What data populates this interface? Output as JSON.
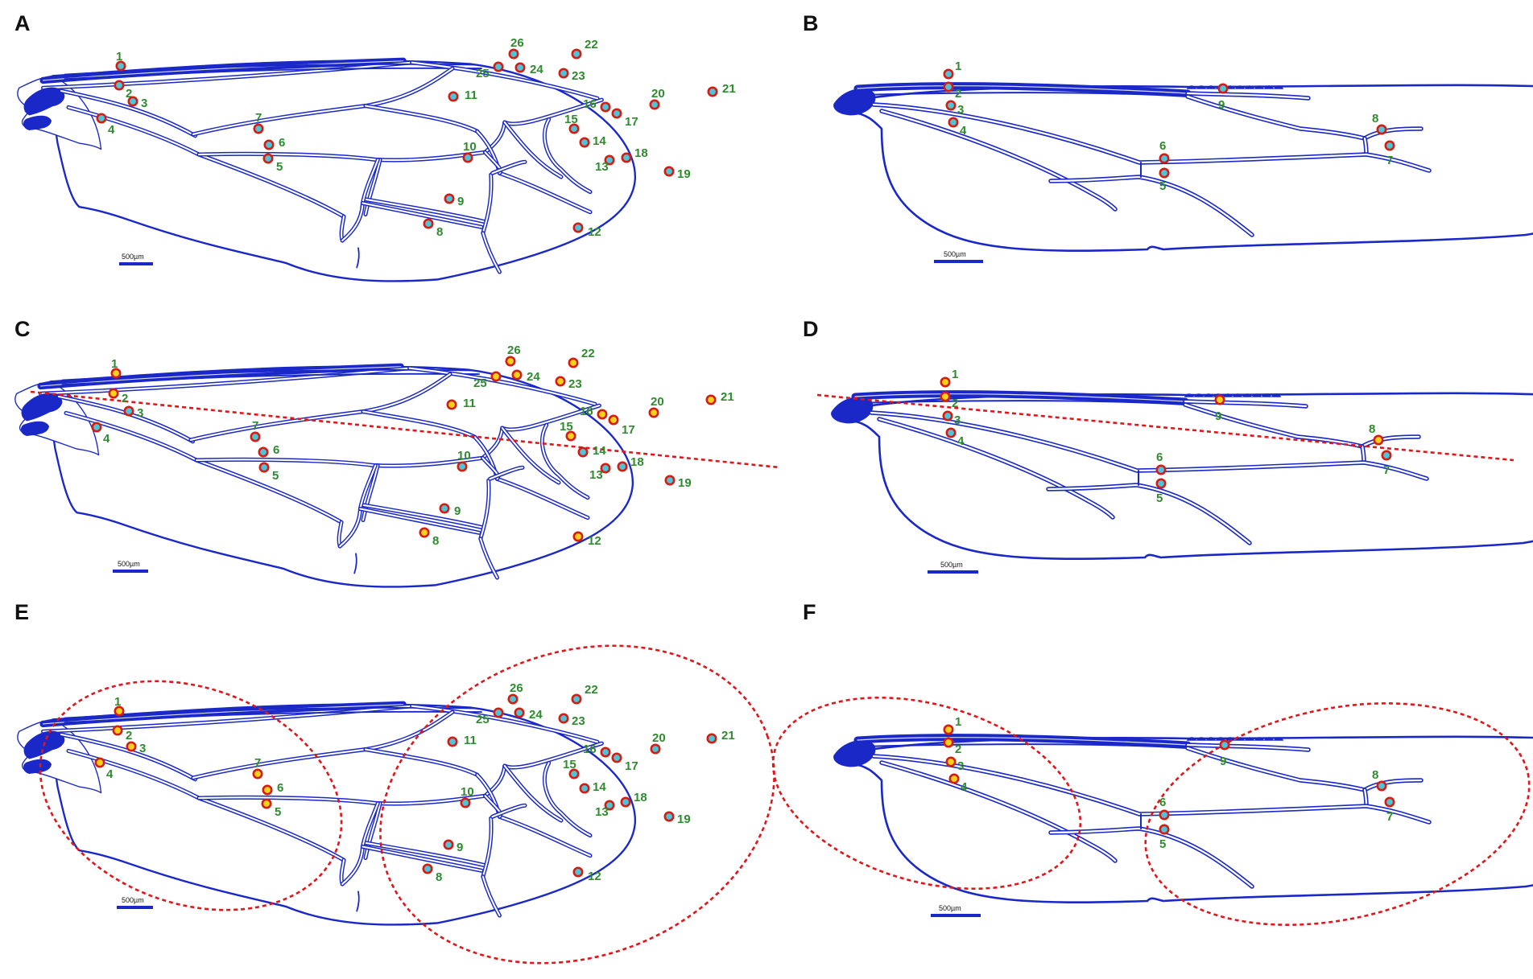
{
  "figure": {
    "panels": [
      {
        "id": "A",
        "letter": "A",
        "wing": "forewing",
        "scale_label": "500µm",
        "landmarks": [
          {
            "n": "1",
            "tone": "cyan"
          },
          {
            "n": "2",
            "tone": "cyan"
          },
          {
            "n": "3",
            "tone": "cyan"
          },
          {
            "n": "4",
            "tone": "cyan"
          },
          {
            "n": "5",
            "tone": "cyan"
          },
          {
            "n": "6",
            "tone": "cyan"
          },
          {
            "n": "7",
            "tone": "cyan"
          },
          {
            "n": "8",
            "tone": "cyan"
          },
          {
            "n": "9",
            "tone": "cyan"
          },
          {
            "n": "10",
            "tone": "cyan"
          },
          {
            "n": "11",
            "tone": "cyan"
          },
          {
            "n": "12",
            "tone": "cyan"
          },
          {
            "n": "13",
            "tone": "cyan"
          },
          {
            "n": "14",
            "tone": "cyan"
          },
          {
            "n": "15",
            "tone": "cyan"
          },
          {
            "n": "16",
            "tone": "cyan"
          },
          {
            "n": "17",
            "tone": "cyan"
          },
          {
            "n": "18",
            "tone": "cyan"
          },
          {
            "n": "19",
            "tone": "cyan"
          },
          {
            "n": "20",
            "tone": "cyan"
          },
          {
            "n": "21",
            "tone": "cyan"
          },
          {
            "n": "22",
            "tone": "cyan"
          },
          {
            "n": "23",
            "tone": "cyan"
          },
          {
            "n": "24",
            "tone": "cyan"
          },
          {
            "n": "25",
            "tone": "cyan"
          },
          {
            "n": "26",
            "tone": "cyan"
          }
        ]
      },
      {
        "id": "B",
        "letter": "B",
        "wing": "hindwing",
        "scale_label": "500µm",
        "landmarks": [
          {
            "n": "1",
            "tone": "cyan"
          },
          {
            "n": "2",
            "tone": "cyan"
          },
          {
            "n": "3",
            "tone": "cyan"
          },
          {
            "n": "4",
            "tone": "cyan"
          },
          {
            "n": "5",
            "tone": "cyan"
          },
          {
            "n": "6",
            "tone": "cyan"
          },
          {
            "n": "7",
            "tone": "cyan"
          },
          {
            "n": "8",
            "tone": "cyan"
          },
          {
            "n": "9",
            "tone": "cyan"
          }
        ]
      },
      {
        "id": "C",
        "letter": "C",
        "wing": "forewing",
        "scale_label": "500µm",
        "landmarks": [
          {
            "n": "1",
            "tone": "yellow"
          },
          {
            "n": "2",
            "tone": "yellow"
          },
          {
            "n": "3",
            "tone": "cyan"
          },
          {
            "n": "4",
            "tone": "cyan"
          },
          {
            "n": "5",
            "tone": "cyan"
          },
          {
            "n": "6",
            "tone": "cyan"
          },
          {
            "n": "7",
            "tone": "cyan"
          },
          {
            "n": "8",
            "tone": "yellow"
          },
          {
            "n": "9",
            "tone": "cyan"
          },
          {
            "n": "10",
            "tone": "cyan"
          },
          {
            "n": "11",
            "tone": "yellow"
          },
          {
            "n": "12",
            "tone": "yellow"
          },
          {
            "n": "13",
            "tone": "cyan"
          },
          {
            "n": "14",
            "tone": "cyan"
          },
          {
            "n": "15",
            "tone": "yellow"
          },
          {
            "n": "16",
            "tone": "yellow"
          },
          {
            "n": "17",
            "tone": "yellow"
          },
          {
            "n": "18",
            "tone": "cyan"
          },
          {
            "n": "19",
            "tone": "cyan"
          },
          {
            "n": "20",
            "tone": "yellow"
          },
          {
            "n": "21",
            "tone": "yellow"
          },
          {
            "n": "22",
            "tone": "yellow"
          },
          {
            "n": "23",
            "tone": "yellow"
          },
          {
            "n": "24",
            "tone": "yellow"
          },
          {
            "n": "25",
            "tone": "yellow"
          },
          {
            "n": "26",
            "tone": "yellow"
          }
        ]
      },
      {
        "id": "D",
        "letter": "D",
        "wing": "hindwing",
        "scale_label": "500µm",
        "landmarks": [
          {
            "n": "1",
            "tone": "yellow"
          },
          {
            "n": "2",
            "tone": "yellow"
          },
          {
            "n": "3",
            "tone": "cyan"
          },
          {
            "n": "4",
            "tone": "cyan"
          },
          {
            "n": "5",
            "tone": "cyan"
          },
          {
            "n": "6",
            "tone": "cyan"
          },
          {
            "n": "7",
            "tone": "cyan"
          },
          {
            "n": "8",
            "tone": "yellow"
          },
          {
            "n": "9",
            "tone": "yellow"
          }
        ]
      },
      {
        "id": "E",
        "letter": "E",
        "wing": "forewing",
        "scale_label": "500µm",
        "landmarks": [
          {
            "n": "1",
            "tone": "yellow"
          },
          {
            "n": "2",
            "tone": "yellow"
          },
          {
            "n": "3",
            "tone": "yellow"
          },
          {
            "n": "4",
            "tone": "yellow"
          },
          {
            "n": "5",
            "tone": "yellow"
          },
          {
            "n": "6",
            "tone": "yellow"
          },
          {
            "n": "7",
            "tone": "yellow"
          },
          {
            "n": "8",
            "tone": "cyan"
          },
          {
            "n": "9",
            "tone": "cyan"
          },
          {
            "n": "10",
            "tone": "cyan"
          },
          {
            "n": "11",
            "tone": "cyan"
          },
          {
            "n": "12",
            "tone": "cyan"
          },
          {
            "n": "13",
            "tone": "cyan"
          },
          {
            "n": "14",
            "tone": "cyan"
          },
          {
            "n": "15",
            "tone": "cyan"
          },
          {
            "n": "16",
            "tone": "cyan"
          },
          {
            "n": "17",
            "tone": "cyan"
          },
          {
            "n": "18",
            "tone": "cyan"
          },
          {
            "n": "19",
            "tone": "cyan"
          },
          {
            "n": "20",
            "tone": "cyan"
          },
          {
            "n": "21",
            "tone": "cyan"
          },
          {
            "n": "22",
            "tone": "cyan"
          },
          {
            "n": "23",
            "tone": "cyan"
          },
          {
            "n": "24",
            "tone": "cyan"
          },
          {
            "n": "25",
            "tone": "cyan"
          },
          {
            "n": "26",
            "tone": "cyan"
          }
        ]
      },
      {
        "id": "F",
        "letter": "F",
        "wing": "hindwing",
        "scale_label": "500µm",
        "landmarks": [
          {
            "n": "1",
            "tone": "yellow"
          },
          {
            "n": "2",
            "tone": "yellow"
          },
          {
            "n": "3",
            "tone": "yellow"
          },
          {
            "n": "4",
            "tone": "yellow"
          },
          {
            "n": "5",
            "tone": "cyan"
          },
          {
            "n": "6",
            "tone": "cyan"
          },
          {
            "n": "7",
            "tone": "cyan"
          },
          {
            "n": "8",
            "tone": "cyan"
          },
          {
            "n": "9",
            "tone": "cyan"
          }
        ]
      }
    ]
  },
  "colors": {
    "vein": "#1a28c8",
    "landmark_ring": "#d61b10",
    "landmark_fill_cyan": "#4fc3d8",
    "landmark_fill_yellow": "#f7d21a",
    "landmark_label": "#2e8b2e",
    "guide": "#e0161a"
  }
}
